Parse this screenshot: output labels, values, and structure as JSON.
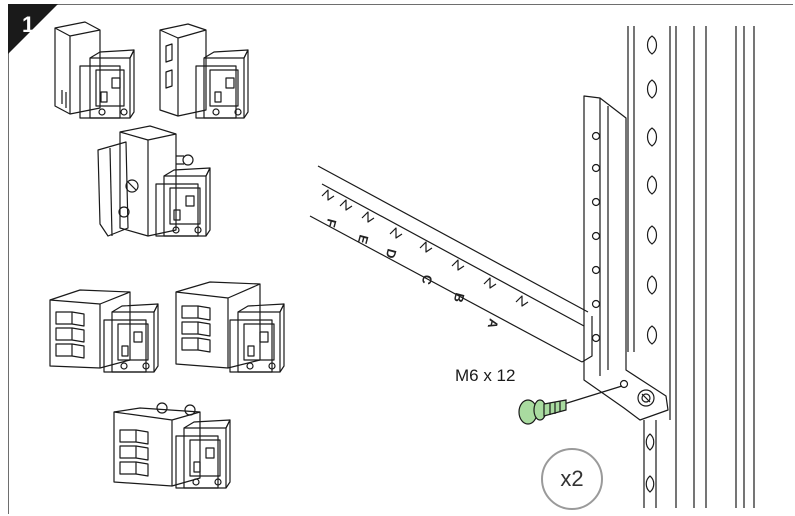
{
  "step": {
    "number": "1"
  },
  "screw": {
    "spec": "M6 x 12",
    "quantity": "x2",
    "color": "#a9dba0"
  },
  "busbar": {
    "slot_letters": [
      "A",
      "B",
      "C",
      "D",
      "E",
      "F"
    ]
  },
  "colors": {
    "line": "#1a1a1a",
    "badge": "#1a1a1a"
  }
}
